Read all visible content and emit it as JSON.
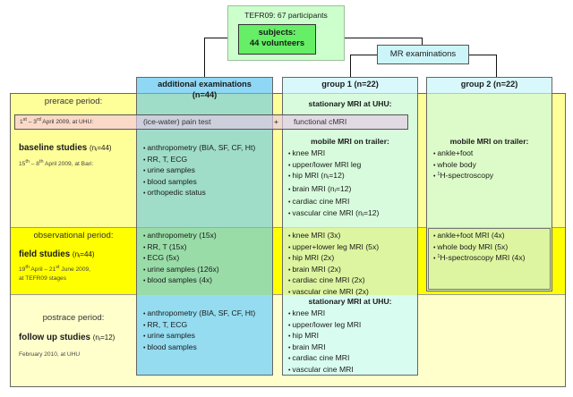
{
  "top_box": {
    "title": "TEFR09: 67 participants",
    "subjects_line1": "subjects:",
    "subjects_line2": "44 volunteers"
  },
  "mr_box": {
    "label": "MR examinations"
  },
  "columns": {
    "additional": {
      "title": "additional examinations",
      "n": "(n=44)"
    },
    "group1": {
      "title": "group 1 (n=22)"
    },
    "group2": {
      "title": "group 2 (n=22)"
    }
  },
  "rows": {
    "prerace": {
      "label": "prerace period:",
      "date_sup_prefix": "1",
      "date_sup1": "st",
      "date_mid": " – 3",
      "date_sup2": "rd",
      "date_rest": " April 2009, at UHU:",
      "pain_test": "(ice-water) pain test",
      "plus": "+",
      "functional": "functional cMRI"
    },
    "baseline": {
      "title": "baseline studies",
      "n_prefix": "(n",
      "n_sub": "i",
      "n_suffix": "=44)",
      "date_a": "15",
      "date_sup1": "th",
      "date_b": " – 8",
      "date_sup2": "th",
      "date_c": " April 2009, at Bari:",
      "additional": [
        "anthropometry (BIA, SF, CF, Ht)",
        "RR, T, ECG",
        "urine samples",
        "blood samples",
        "orthopedic status"
      ],
      "group1_stationary_heading": "stationary MRI at UHU:",
      "group1_mobile_heading": "mobile MRI on trailer:",
      "group1_items": [
        {
          "text": "knee MRI"
        },
        {
          "text": "upper/lower MRI leg"
        },
        {
          "text": "hip MRI (n",
          "sub": "i",
          "after": "=12)"
        },
        {
          "text": "brain MRI (n",
          "sub": "i",
          "after": "=12)"
        },
        {
          "text": "cardiac cine MRI"
        },
        {
          "text": "vascular cine MRI (n",
          "sub": "i",
          "after": "=12)"
        }
      ],
      "group2_mobile_heading": "mobile MRI on trailer:",
      "group2_items": [
        {
          "text": "ankle+foot"
        },
        {
          "text": "whole body"
        },
        {
          "sup": "1",
          "text": "H-spectroscopy"
        }
      ]
    },
    "observational": {
      "label": "observational period:",
      "title": "field studies",
      "n_prefix": "(n",
      "n_sub": "i",
      "n_suffix": "=44)",
      "date_a": "19",
      "date_sup1": "th",
      "date_b": " April – 21",
      "date_sup2": "st",
      "date_c": " June 2009,",
      "date_line2": "at TEFR09 stages",
      "additional": [
        "anthropometry (15x)",
        "RR, T (15x)",
        "ECG (5x)",
        "urine samples (126x)",
        "blood samples (4x)"
      ],
      "group1_items": [
        "knee MRI (3x)",
        "upper+lower leg MRI (5x)",
        "hip MRI (2x)",
        "brain MRI (2x)",
        "cardiac cine MRI (2x)",
        "vascular cine MRI (2x)"
      ],
      "group2_items": [
        {
          "text": "ankle+foot  MRI (4x)"
        },
        {
          "text": "whole body MRI (5x)"
        },
        {
          "sup": "1",
          "text": "H-spectroscopy MRI (4x)"
        }
      ]
    },
    "postrace": {
      "label": "postrace period:",
      "title": "follow up studies",
      "n_prefix": "(n",
      "n_sub": "i",
      "n_suffix": "=12)",
      "date": "February 2010, at UHU",
      "additional": [
        "anthropometry (BIA, SF, CF, Ht)",
        "RR, T, ECG",
        "urine samples",
        "blood samples"
      ],
      "group1_heading": "stationary MRI at UHU:",
      "group1_items": [
        "knee MRI",
        "upper/lower leg MRI",
        "hip MRI",
        "brain MRI",
        "cardiac cine MRI",
        "vascular cine MRI"
      ]
    }
  },
  "colors": {
    "top_box": "#ccffcc",
    "subjects": "#66ee66",
    "mr_box": "#ccf5fa",
    "band_light_yellow": "#ffff99",
    "band_bright_yellow": "#ffff00",
    "band_cream": "#ffffcc",
    "additional_col": "#8fd9e8",
    "group_col": "#dcfbe6",
    "pain_bar": "#e6cfe8"
  }
}
